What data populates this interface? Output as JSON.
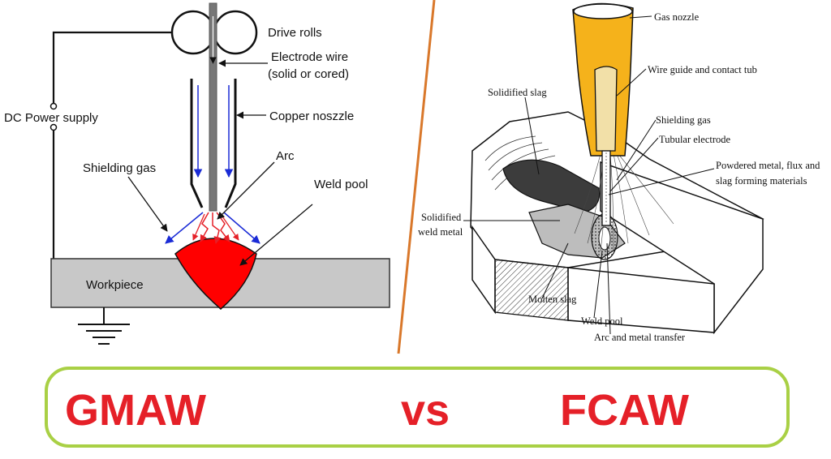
{
  "gmaw_diagram": {
    "drive_rolls": "Drive rolls",
    "electrode_wire_line1": "Electrode wire",
    "electrode_wire_line2": "(solid or cored)",
    "power_supply": "DC Power supply",
    "copper_nozzle": "Copper noszzle",
    "shielding_gas": "Shielding gas",
    "arc": "Arc",
    "weld_pool": "Weld pool",
    "workpiece": "Workpiece"
  },
  "fcaw_diagram": {
    "gas_nozzle": "Gas nozzle",
    "wire_guide": "Wire guide and contact tub",
    "solidified_slag": "Solidified slag",
    "shielding_gas": "Shielding gas",
    "tubular_electrode": "Tubular electrode",
    "powdered_metal_line1": "Powdered metal, flux and",
    "powdered_metal_line2": "slag forming materials",
    "solidified_weld_metal_line1": "Solidified",
    "solidified_weld_metal_line2": "weld metal",
    "molten_slag": "Molten slag",
    "weld_pool": "Weld pool",
    "arc_metal_transfer": "Arc and metal transfer"
  },
  "banner": {
    "left": "GMAW",
    "middle": "vs",
    "right": "FCAW"
  },
  "colors": {
    "title_red": "#e52028",
    "banner_border": "#a9d045",
    "divider": "#d9782b",
    "weld_red": "#ff0000",
    "gas_blue": "#1a2bd6",
    "nozzle_orange": "#f5b21b",
    "workpiece_gray": "#c8c8c8"
  }
}
